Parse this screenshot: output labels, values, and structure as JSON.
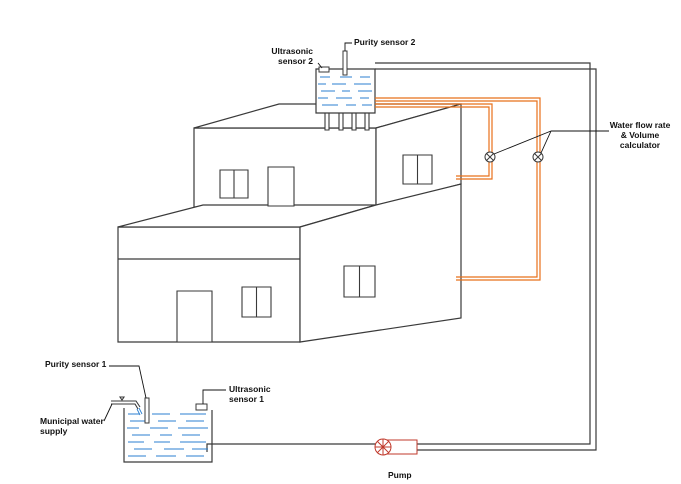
{
  "labels": {
    "purity_sensor_2": "Purity sensor 2",
    "ultrasonic_sensor_2_line1": "Ultrasonic",
    "ultrasonic_sensor_2_line2": "sensor 2",
    "flow_calc_line1": "Water flow rate",
    "flow_calc_line2": "& Volume",
    "flow_calc_line3": "calculator",
    "purity_sensor_1": "Purity sensor 1",
    "ultrasonic_sensor_1_line1": "Ultrasonic",
    "ultrasonic_sensor_1_line2": "sensor 1",
    "municipal_line1": "Municipal water",
    "municipal_line2": "supply",
    "pump": "Pump"
  },
  "colors": {
    "outline": "#3a3a3a",
    "water": "#2b7fd0",
    "pipe_orange": "#e8701a",
    "pump_red": "#c0392b"
  },
  "icons": [
    "house-icon",
    "tank-icon",
    "flow-meter-icon",
    "pump-icon",
    "tap-icon",
    "sensor-icon"
  ]
}
